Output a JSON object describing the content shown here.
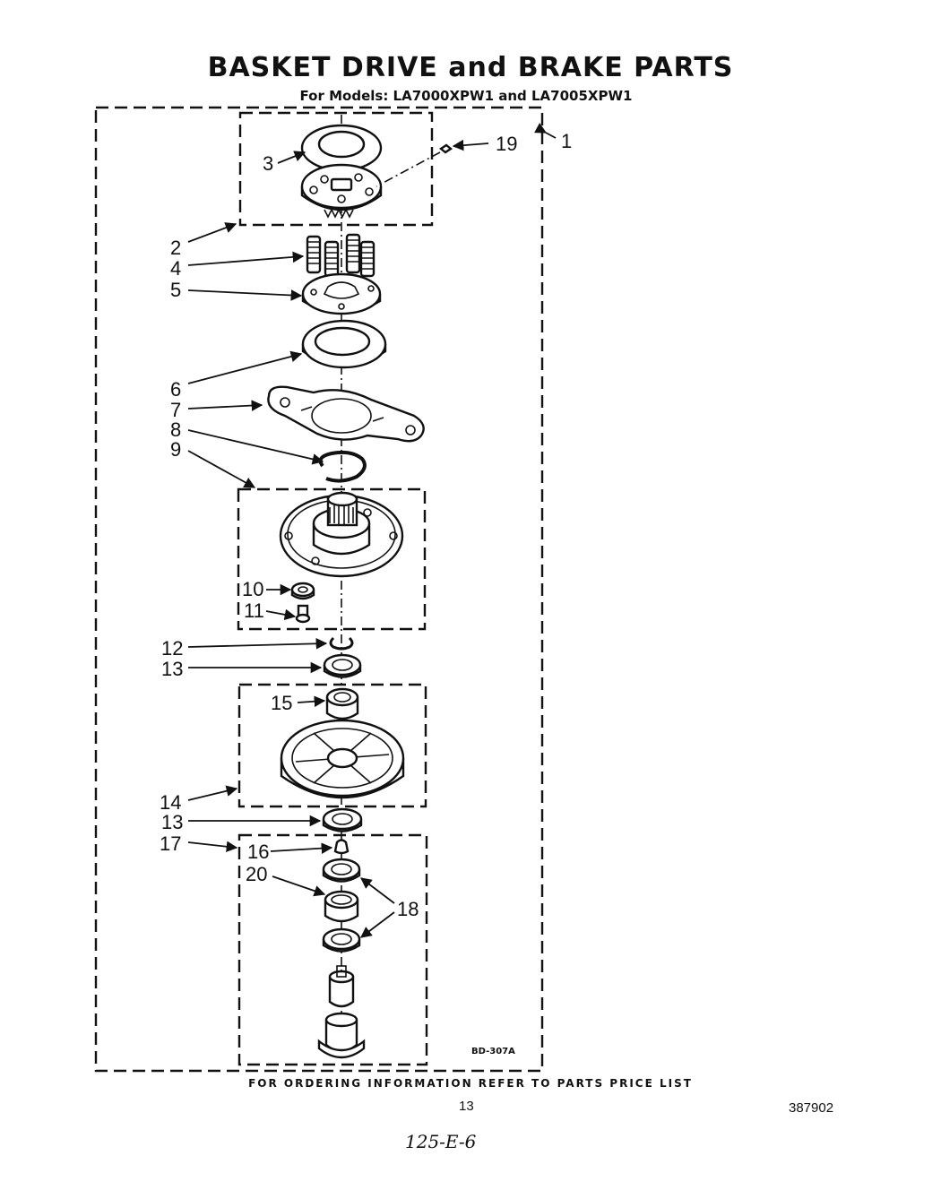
{
  "header": {
    "title": "BASKET DRIVE and BRAKE PARTS",
    "subtitle": "For Models: LA7000XPW1 and LA7005XPW1"
  },
  "diagram": {
    "drawing_code": "BD-307A",
    "callouts": {
      "c1": "1",
      "c2": "2",
      "c3": "3",
      "c4": "4",
      "c5": "5",
      "c6": "6",
      "c7": "7",
      "c8": "8",
      "c9": "9",
      "c10": "10",
      "c11": "11",
      "c12": "12",
      "c13a": "13",
      "c14": "14",
      "c15": "15",
      "c13b": "13",
      "c16": "16",
      "c17": "17",
      "c18": "18",
      "c19": "19",
      "c20": "20"
    }
  },
  "footer": {
    "ordering_note": "FOR ORDERING INFORMATION REFER TO PARTS PRICE LIST",
    "page_number": "13",
    "document_number": "387902",
    "handwritten_note": "125-E-6"
  }
}
